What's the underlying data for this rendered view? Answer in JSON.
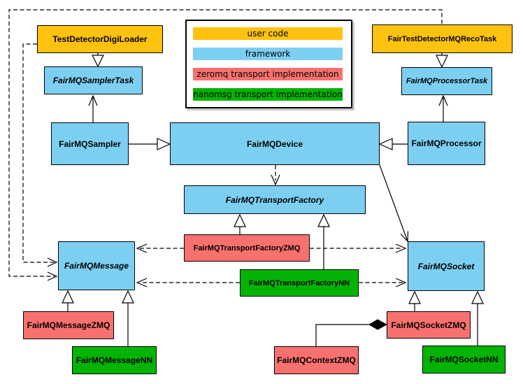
{
  "palette": {
    "user_code": "#FFC20E",
    "framework": "#7DCFF2",
    "zeromq": "#F9716E",
    "nanomsg": "#04B404"
  },
  "legend": {
    "items": [
      {
        "label": "user code",
        "color": "#FFC20E"
      },
      {
        "label": "framework",
        "color": "#7DCFF2"
      },
      {
        "label": "zeromq transport implementation",
        "color": "#F9716E"
      },
      {
        "label": "nanomsg transport implementation",
        "color": "#04B404"
      }
    ]
  },
  "nodes": {
    "testDetectorDigiLoader": {
      "label": "TestDetectorDigiLoader",
      "category": "user code",
      "abstract": false
    },
    "fairTestDetectorMQRecoTask": {
      "label": "FairTestDetectorMQRecoTask",
      "category": "user code",
      "abstract": false
    },
    "fairMQSamplerTask": {
      "label": "FairMQSamplerTask",
      "category": "framework",
      "abstract": true
    },
    "fairMQProcessorTask": {
      "label": "FairMQProcessorTask",
      "category": "framework",
      "abstract": true
    },
    "fairMQSampler": {
      "label": "FairMQSampler",
      "category": "framework",
      "abstract": false
    },
    "fairMQDevice": {
      "label": "FairMQDevice",
      "category": "framework",
      "abstract": false
    },
    "fairMQProcessor": {
      "label": "FairMQProcessor",
      "category": "framework",
      "abstract": false
    },
    "fairMQTransportFactory": {
      "label": "FairMQTransportFactory",
      "category": "framework",
      "abstract": true
    },
    "fairMQTransportFactoryZMQ": {
      "label": "FairMQTransportFactoryZMQ",
      "category": "zeromq",
      "abstract": false
    },
    "fairMQTransportFactoryNN": {
      "label": "FairMQTransportFactoryNN",
      "category": "nanomsg",
      "abstract": false
    },
    "fairMQMessage": {
      "label": "FairMQMessage",
      "category": "framework",
      "abstract": true
    },
    "fairMQSocket": {
      "label": "FairMQSocket",
      "category": "framework",
      "abstract": true
    },
    "fairMQMessageZMQ": {
      "label": "FairMQMessageZMQ",
      "category": "zeromq",
      "abstract": false
    },
    "fairMQMessageNN": {
      "label": "FairMQMessageNN",
      "category": "nanomsg",
      "abstract": false
    },
    "fairMQSocketZMQ": {
      "label": "FairMQSocketZMQ",
      "category": "zeromq",
      "abstract": false
    },
    "fairMQSocketNN": {
      "label": "FairMQSocketNN",
      "category": "nanomsg",
      "abstract": false
    },
    "fairMQContextZMQ": {
      "label": "FairMQContextZMQ",
      "category": "zeromq",
      "abstract": false
    }
  },
  "edges": [
    {
      "from": "TestDetectorDigiLoader",
      "to": "FairMQSamplerTask",
      "type": "inheritance"
    },
    {
      "from": "FairTestDetectorMQRecoTask",
      "to": "FairMQProcessorTask",
      "type": "inheritance"
    },
    {
      "from": "FairMQSampler",
      "to": "FairMQDevice",
      "type": "inheritance"
    },
    {
      "from": "FairMQProcessor",
      "to": "FairMQDevice",
      "type": "inheritance"
    },
    {
      "from": "FairMQSampler",
      "to": "FairMQSamplerTask",
      "type": "association"
    },
    {
      "from": "FairMQProcessor",
      "to": "FairMQProcessorTask",
      "type": "association"
    },
    {
      "from": "FairMQDevice",
      "to": "FairMQTransportFactory",
      "type": "dependency"
    },
    {
      "from": "FairMQDevice",
      "to": "FairMQSocket",
      "type": "association"
    },
    {
      "from": "FairMQTransportFactoryZMQ",
      "to": "FairMQTransportFactory",
      "type": "inheritance"
    },
    {
      "from": "FairMQTransportFactoryNN",
      "to": "FairMQTransportFactory",
      "type": "inheritance"
    },
    {
      "from": "FairMQTransportFactoryZMQ",
      "to": "FairMQMessage",
      "type": "dependency"
    },
    {
      "from": "FairMQTransportFactoryZMQ",
      "to": "FairMQSocket",
      "type": "dependency"
    },
    {
      "from": "FairMQTransportFactoryNN",
      "to": "FairMQMessage",
      "type": "dependency"
    },
    {
      "from": "FairMQTransportFactoryNN",
      "to": "FairMQSocket",
      "type": "dependency"
    },
    {
      "from": "TestDetectorDigiLoader",
      "to": "FairMQMessage",
      "type": "dependency"
    },
    {
      "from": "FairTestDetectorMQRecoTask",
      "to": "FairMQMessage",
      "type": "dependency"
    },
    {
      "from": "FairMQMessageZMQ",
      "to": "FairMQMessage",
      "type": "inheritance"
    },
    {
      "from": "FairMQMessageNN",
      "to": "FairMQMessage",
      "type": "inheritance"
    },
    {
      "from": "FairMQSocketZMQ",
      "to": "FairMQSocket",
      "type": "inheritance"
    },
    {
      "from": "FairMQSocketNN",
      "to": "FairMQSocket",
      "type": "inheritance"
    },
    {
      "from": "FairMQContextZMQ",
      "to": "FairMQSocketZMQ",
      "type": "composition"
    }
  ]
}
